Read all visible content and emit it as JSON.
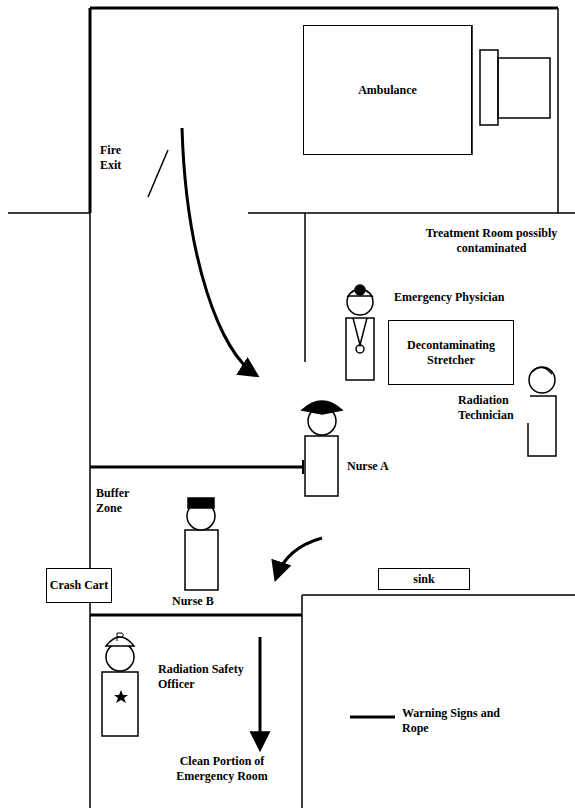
{
  "diagram": {
    "nodes": [
      {
        "text": [
          "Ambulance"
        ]
      },
      {
        "text": [
          "Decontaminating Stretcher"
        ]
      },
      {
        "text": [
          "Crash Cart"
        ]
      },
      {
        "text": [
          "sink"
        ]
      }
    ],
    "labels": [
      "Fire Exit",
      "Treatment Room possibly contaminated",
      "Emergency Physician",
      "Radiation Technician",
      "Nurse A",
      "Buffer Zone",
      "Nurse B",
      "Radiation Safety Officer",
      "Clean Portion of Emergency Room"
    ],
    "legend": [
      {
        "text": "Warning Signs and Rope"
      }
    ]
  }
}
